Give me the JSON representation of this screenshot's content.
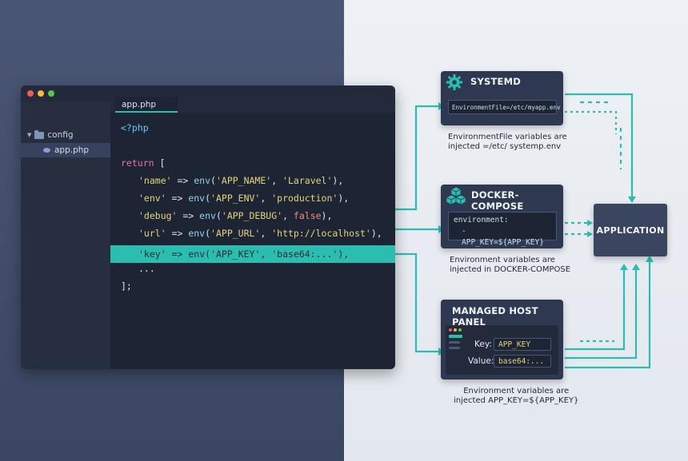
{
  "editor": {
    "tab_label": "app.php",
    "tree": {
      "folder": "config",
      "file": "app.php"
    },
    "code": {
      "open_tag": "<?php",
      "return_kw": "return",
      "open_bracket": "[",
      "lines": [
        {
          "key": "'name'",
          "fn": "env",
          "arg": "'APP_NAME'",
          "def": "'Laravel'",
          "def_kind": "str"
        },
        {
          "key": "'env'",
          "fn": "env",
          "arg": "'APP_ENV'",
          "def": "'production'",
          "def_kind": "str"
        },
        {
          "key": "'debug'",
          "fn": "env",
          "arg": "'APP_DEBUG'",
          "def": "false",
          "def_kind": "bool"
        },
        {
          "key": "'url'",
          "fn": "env",
          "arg": "'APP_URL'",
          "def": "'http://localhost'",
          "def_kind": "str"
        }
      ],
      "highlight": {
        "key": "'key'",
        "fn": "env",
        "arg": "'APP_KEY'",
        "def": "'base64:...'"
      },
      "ellipsis": "...",
      "close": "];"
    }
  },
  "systemd": {
    "title": "SYSTEMD",
    "code": "EnvironmentFile=/etc/myapp.env",
    "caption_1": "EnvironmentFile variables are",
    "caption_2": "injected =/etc/ systemp.env"
  },
  "docker": {
    "title": "DOCKER-COMPOSE",
    "code_1": "environment:",
    "code_2": "- APP_KEY=${APP_KEY}",
    "caption_1": "Environment variables are",
    "caption_2": "injected in DOCKER-COMPOSE"
  },
  "managed": {
    "title": "MANAGED HOST PANEL",
    "key_label": "Key:",
    "key_value": "APP_KEY",
    "value_label": "Value:",
    "value_value": "base64:...",
    "caption_1": "Environment variables are",
    "caption_2": "injected APP_KEY=${APP_KEY}"
  },
  "application": {
    "label": "APPLICATION"
  },
  "colors": {
    "accent": "#2bbdb0",
    "panel": "#2e3850",
    "editor_bg": "#1d2433"
  }
}
